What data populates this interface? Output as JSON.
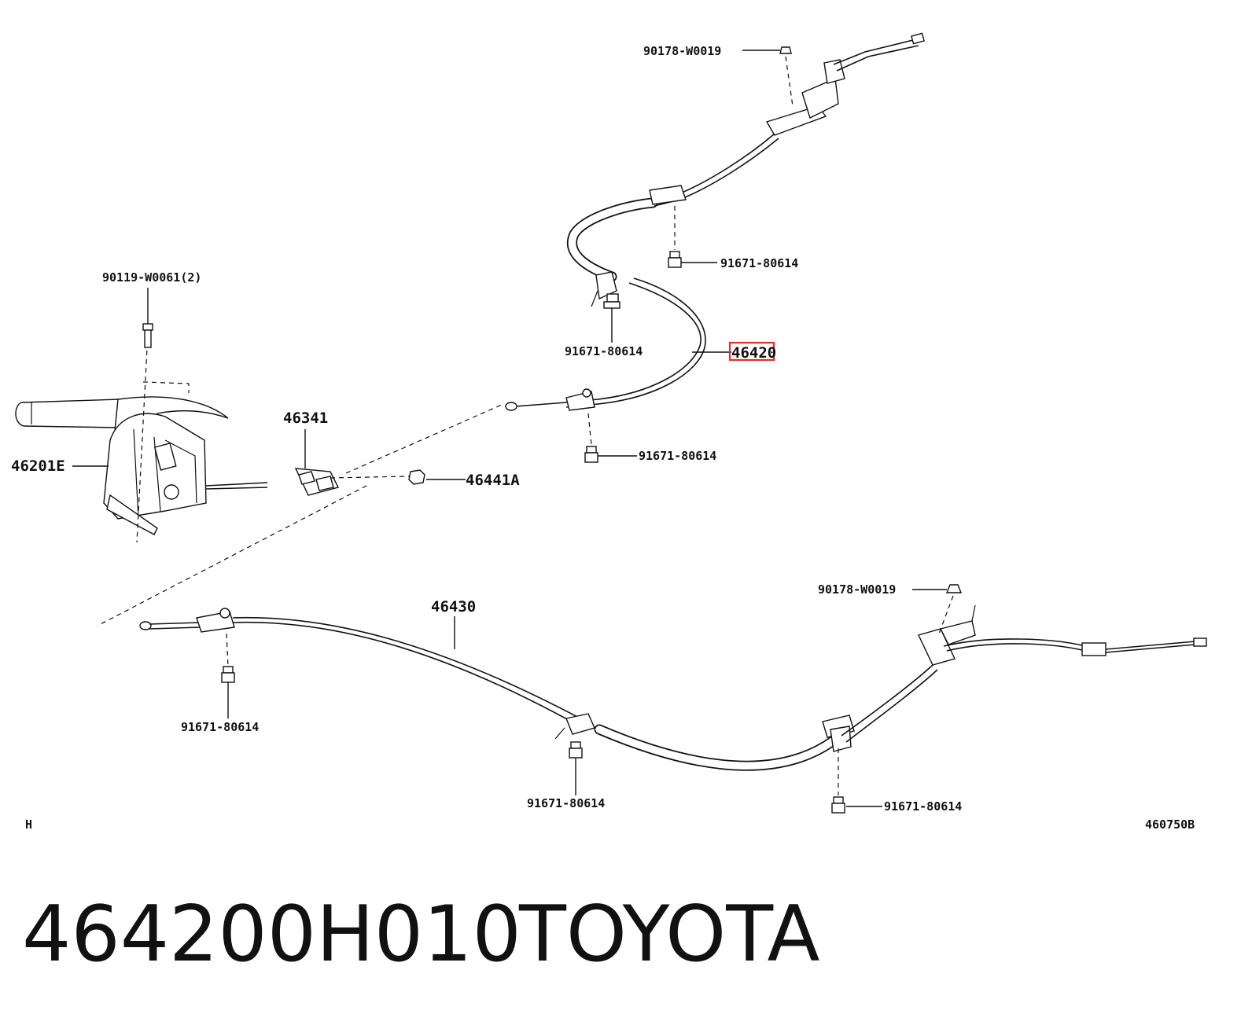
{
  "labels": {
    "bolt_90178_top": "90178-W0019",
    "bolt_90178_bottom": "90178-W0019",
    "bolt_91671_a": "91671-80614",
    "bolt_91671_b": "91671-80614",
    "bolt_91671_c": "91671-80614",
    "bolt_91671_d": "91671-80614",
    "bolt_91671_e": "91671-80614",
    "bolt_91671_f": "91671-80614",
    "screw_90119": "90119-W0061(2)",
    "cable_46420": "46420",
    "lever_46201E": "46201E",
    "equalizer_46341": "46341",
    "nut_46441A": "46441A",
    "cable_46430": "46430",
    "corner_left": "H",
    "diagram_id": "460750B"
  },
  "highlight": {
    "target": "46420",
    "color": "#d9342b"
  },
  "caption": {
    "part_number": "464200H010",
    "brand": "TOYOTA"
  }
}
